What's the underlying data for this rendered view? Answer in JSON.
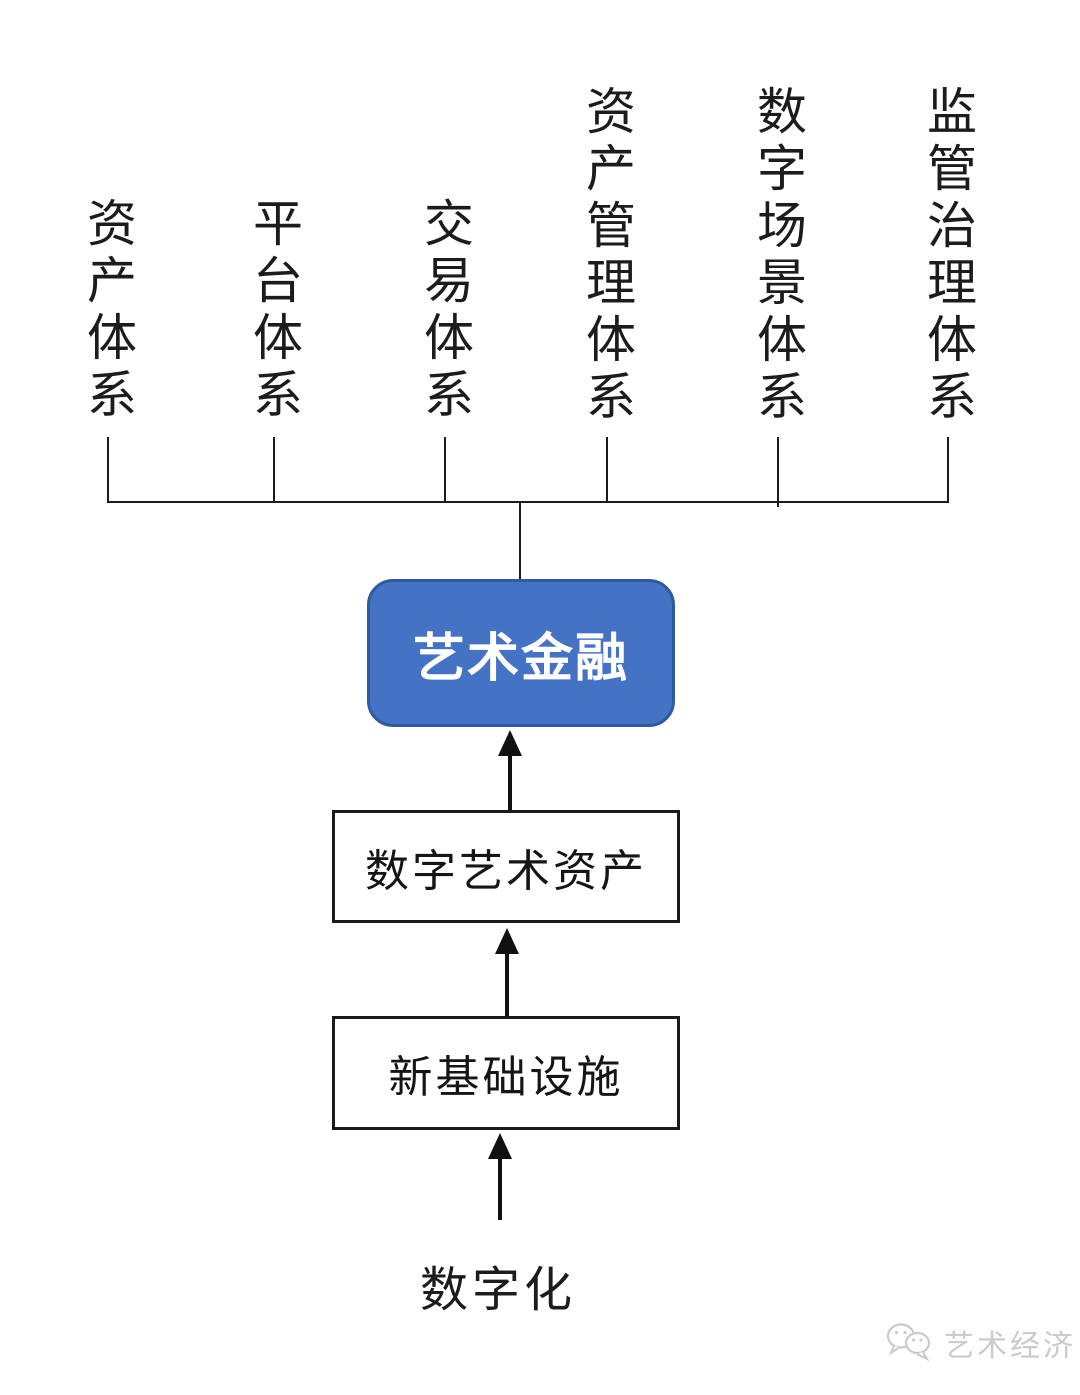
{
  "diagram": {
    "top_systems": [
      {
        "label": "资产体系"
      },
      {
        "label": "平台体系"
      },
      {
        "label": "交易体系"
      },
      {
        "label": "资产管理体系"
      },
      {
        "label": "数字场景体系"
      },
      {
        "label": "监管治理体系"
      }
    ],
    "center_node": {
      "label": "艺术金融"
    },
    "middle_nodes": [
      {
        "label": "数字艺术资产"
      },
      {
        "label": "新基础设施"
      }
    ],
    "base_label": "数字化",
    "colors": {
      "node_fill": "#4472c4",
      "node_border": "#2e5a9e",
      "line": "#1c1c1c",
      "watermark": "#cbcbcb"
    }
  },
  "watermark": {
    "text": "艺术经济",
    "icon": "wechat-chat-bubbles-icon"
  }
}
